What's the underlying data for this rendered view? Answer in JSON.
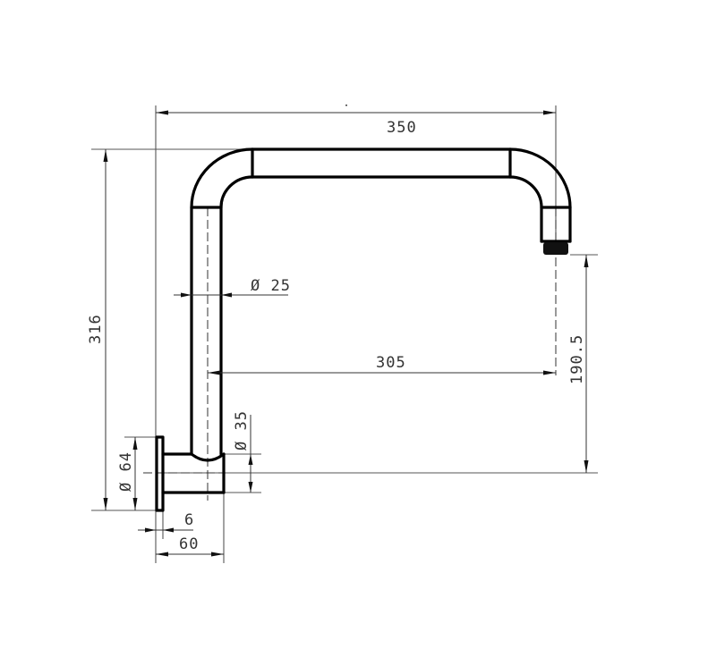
{
  "drawing": {
    "subject": "Shower arm (gooseneck) technical drawing",
    "line_color": "#000000",
    "dimension_color": "#333333",
    "background": "#ffffff"
  },
  "dimensions": {
    "overall_width": "350",
    "overall_height": "316",
    "reach": "305",
    "outlet_height": "190.5",
    "pipe_diameter": "Ø 25",
    "base_diameter": "Ø 35",
    "flange_diameter": "Ø 64",
    "flange_thickness": "6",
    "base_projection": "60"
  }
}
